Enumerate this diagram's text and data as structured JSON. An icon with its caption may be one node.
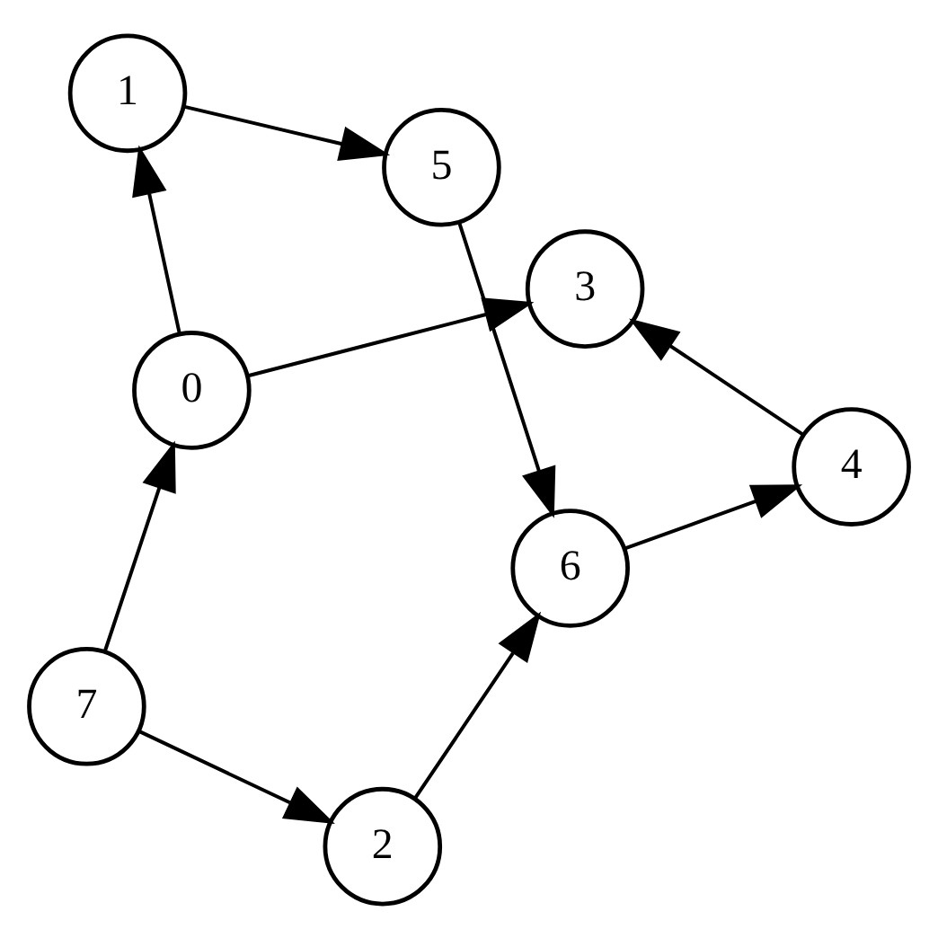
{
  "diagram": {
    "nodes": [
      {
        "text": [
          "6"
        ]
      },
      {
        "text": [
          "4"
        ]
      },
      {
        "text": [
          "2"
        ]
      },
      {
        "text": [
          "1"
        ]
      },
      {
        "text": [
          "5"
        ]
      },
      {
        "text": [
          "3"
        ]
      },
      {
        "text": [
          "7"
        ]
      },
      {
        "text": [
          "0"
        ]
      }
    ],
    "edges": [
      {
        "from": 6,
        "to": 2,
        "arrow": "to"
      },
      {
        "from": 2,
        "to": 0,
        "arrow": "to"
      },
      {
        "from": 0,
        "to": 1,
        "arrow": "to"
      },
      {
        "from": 1,
        "to": 5,
        "arrow": "to"
      },
      {
        "from": 4,
        "to": 0,
        "arrow": "to"
      },
      {
        "from": 3,
        "to": 4,
        "arrow": "to"
      },
      {
        "from": 7,
        "to": 3,
        "arrow": "to"
      },
      {
        "from": 7,
        "to": 5,
        "arrow": "to"
      },
      {
        "from": 6,
        "to": 7,
        "arrow": "to"
      }
    ]
  }
}
